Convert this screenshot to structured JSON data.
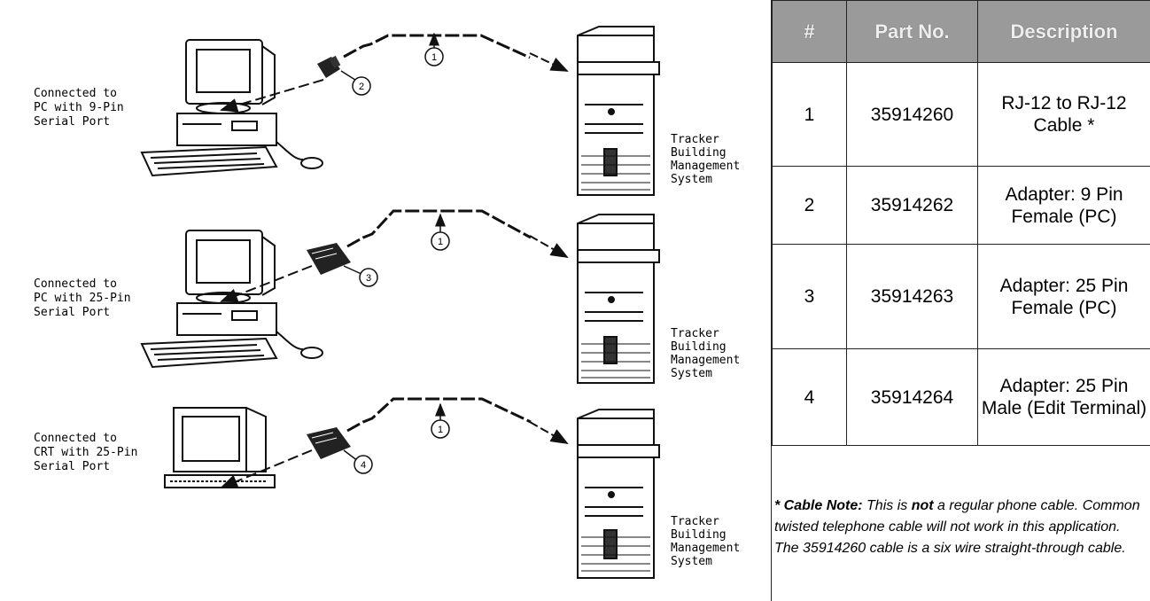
{
  "diagram": {
    "rows": [
      {
        "left_label": [
          "Connected to",
          "PC with 9-Pin",
          "Serial Port"
        ],
        "cable_callout": "1",
        "adapter_callout": "2",
        "right_label": [
          "Tracker",
          "Building",
          "Management",
          "System"
        ],
        "device": "pc"
      },
      {
        "left_label": [
          "Connected to",
          "PC with 25-Pin",
          "Serial Port"
        ],
        "cable_callout": "1",
        "adapter_callout": "3",
        "right_label": [
          "Tracker",
          "Building",
          "Management",
          "System"
        ],
        "device": "pc"
      },
      {
        "left_label": [
          "Connected to",
          "CRT with 25-Pin",
          "Serial Port"
        ],
        "cable_callout": "1",
        "adapter_callout": "4",
        "right_label": [
          "Tracker",
          "Building",
          "Management",
          "System"
        ],
        "device": "crt"
      }
    ]
  },
  "table": {
    "headers": [
      "#",
      "Part No.",
      "Description"
    ],
    "rows": [
      {
        "num": "1",
        "part": "35914260",
        "desc": "RJ-12 to RJ-12 Cable *"
      },
      {
        "num": "2",
        "part": "35914262",
        "desc": "Adapter: 9 Pin Female (PC)"
      },
      {
        "num": "3",
        "part": "35914263",
        "desc": "Adapter: 25 Pin Female (PC)"
      },
      {
        "num": "4",
        "part": "35914264",
        "desc": "Adapter: 25 Pin Male (Edit Terminal)"
      }
    ]
  },
  "note": {
    "lead": "* Cable Note:",
    "t1": " This is ",
    "bold": "not",
    "t2": " a regular phone cable. Common twisted telephone cable will not work in this application. The 35914260 cable is a six wire straight-through cable."
  }
}
